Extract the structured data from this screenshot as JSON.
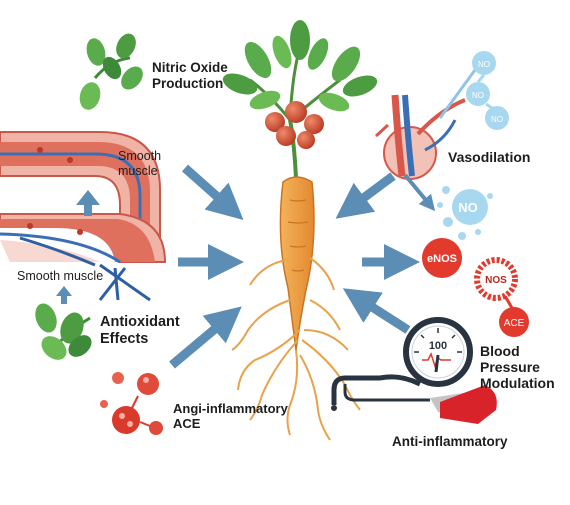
{
  "labels": {
    "nitric_oxide": [
      "Nitric Oxide",
      "Production"
    ],
    "vasodilation": "Vasodilation",
    "smooth_muscle_top": [
      "Smooth",
      "muscle"
    ],
    "smooth_muscle_bottom": "Smooth muscle",
    "antioxidant": [
      "Antioxidant",
      "Effects"
    ],
    "angi_inflammatory": [
      "Angi-inflammatory",
      "ACE"
    ],
    "blood_pressure": [
      "Blood",
      "Pressure",
      "Modulation"
    ],
    "anti_inflammatory": "Anti-inflammatory"
  },
  "badges": {
    "enos": "eNOS",
    "nos": "NOS",
    "ace": "ACE",
    "no_bubble": "NO",
    "no_small": [
      "NO",
      "NO",
      "NO"
    ],
    "gauge_reading": "100"
  },
  "colors": {
    "arrow": "#5b8db5",
    "root": "#ee9b42",
    "leaf": "#58a84b",
    "berry": "#d44a2f",
    "artery": "#d8574a",
    "vein": "#3a6fb5",
    "badge_red": "#e23a2c",
    "bubble": "#a8d8f0"
  }
}
